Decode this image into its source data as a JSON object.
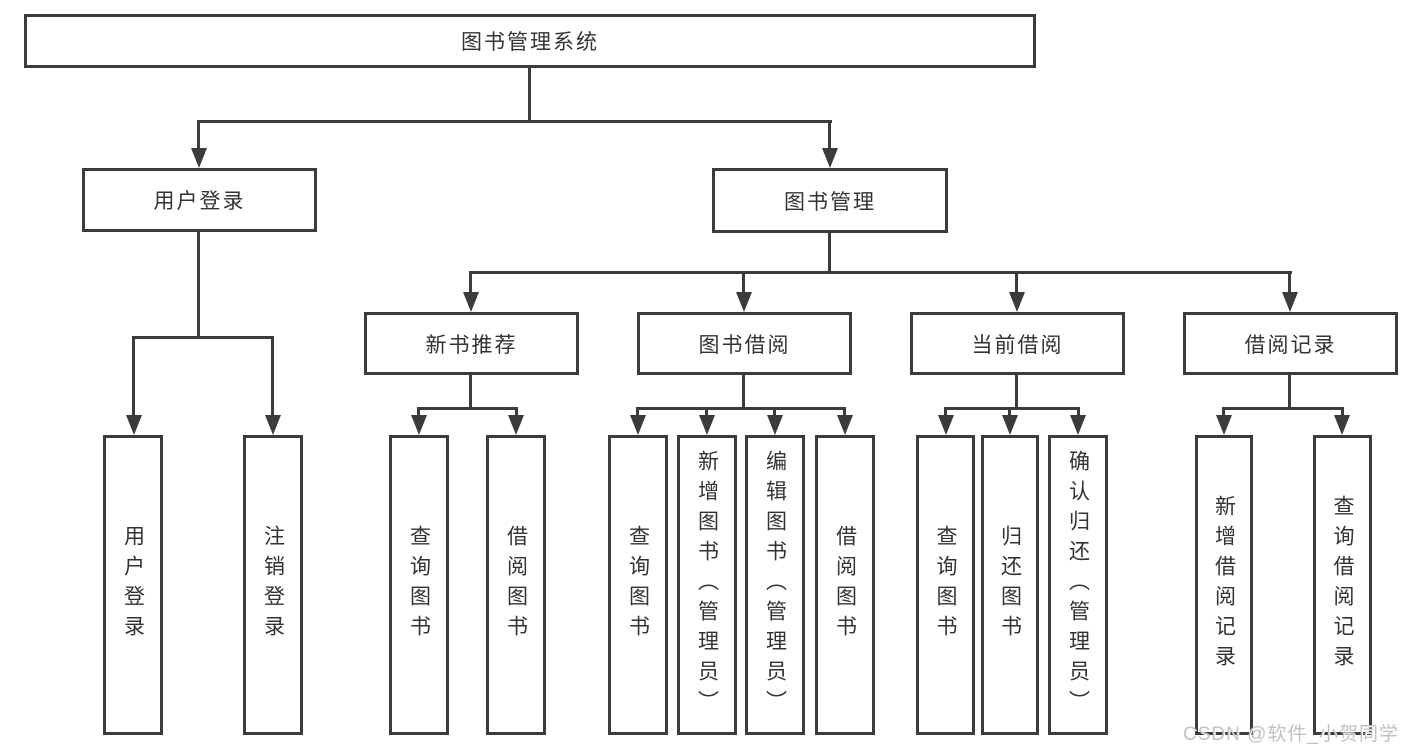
{
  "diagram": {
    "root": "图书管理系统",
    "branches": {
      "user_login": "用户登录",
      "book_management": "图书管理"
    },
    "modules": {
      "new_books": "新书推荐",
      "book_borrow": "图书借阅",
      "current_borrow": "当前借阅",
      "borrow_records": "借阅记录"
    },
    "leaves": {
      "user_login": "用户登录",
      "logout": "注销登录",
      "nb_query_books": "查询图书",
      "nb_borrow_books": "借阅图书",
      "bb_query_books": "查询图书",
      "bb_add_books": "新增图书（管理员）",
      "bb_edit_books": "编辑图书（管理员）",
      "bb_borrow_books": "借阅图书",
      "cb_query_books": "查询图书",
      "cb_return_books": "归还图书",
      "cb_confirm_return": "确认归还（管理员）",
      "br_add_record": "新增借阅记录",
      "br_query_record": "查询借阅记录"
    }
  },
  "watermark": "CSDN @软件_小贺同学",
  "colors": {
    "border": "#3b3b3b",
    "text": "#333333",
    "watermark": "#c2c2c2",
    "background": "#ffffff"
  }
}
